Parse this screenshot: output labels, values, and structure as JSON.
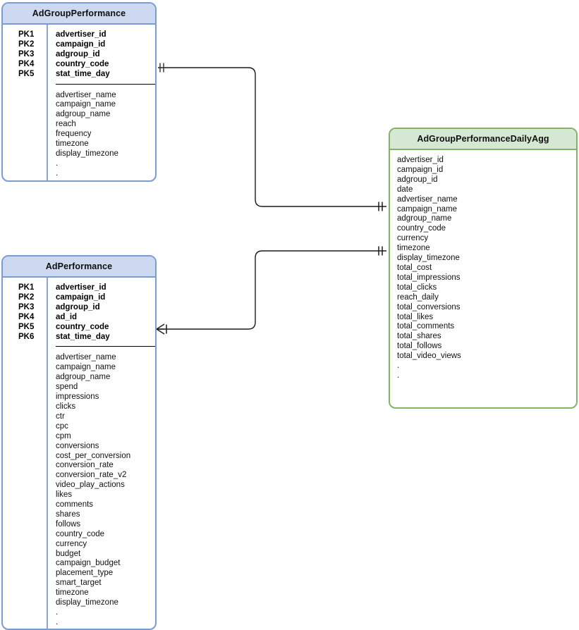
{
  "diagram": {
    "type": "entity-relationship-diagram",
    "background": "#ffffff",
    "palette": {
      "blue_fill": "#ccd9f0",
      "blue_border": "#7a9bd4",
      "green_fill": "#d5e8d4",
      "green_border": "#82b366",
      "line": "#1a1a1a",
      "text": "#101010"
    }
  },
  "entities": [
    {
      "id": "adgroup_performance",
      "title": "AdGroupPerformance",
      "color": "blue",
      "primary_keys": [
        {
          "label": "PK1",
          "attribute": "advertiser_id"
        },
        {
          "label": "PK2",
          "attribute": "campaign_id"
        },
        {
          "label": "PK3",
          "attribute": "adgroup_id"
        },
        {
          "label": "PK4",
          "attribute": "country_code"
        },
        {
          "label": "PK5",
          "attribute": "stat_time_day"
        }
      ],
      "attributes": [
        "advertiser_name",
        "campaign_name",
        "adgroup_name",
        "reach",
        "frequency",
        "timezone",
        "display_timezone",
        ".",
        "."
      ]
    },
    {
      "id": "ad_performance",
      "title": "AdPerformance",
      "color": "blue",
      "primary_keys": [
        {
          "label": "PK1",
          "attribute": "advertiser_id"
        },
        {
          "label": "PK2",
          "attribute": "campaign_id"
        },
        {
          "label": "PK3",
          "attribute": "adgroup_id"
        },
        {
          "label": "PK4",
          "attribute": "ad_id"
        },
        {
          "label": "PK5",
          "attribute": "country_code"
        },
        {
          "label": "PK6",
          "attribute": "stat_time_day"
        }
      ],
      "attributes": [
        "advertiser_name",
        "campaign_name",
        "adgroup_name",
        "spend",
        "impressions",
        "clicks",
        "ctr",
        "cpc",
        "cpm",
        "conversions",
        "cost_per_conversion",
        "conversion_rate",
        "conversion_rate_v2",
        "video_play_actions",
        "likes",
        "comments",
        "shares",
        "follows",
        "country_code",
        "currency",
        "budget",
        "campaign_budget",
        "placement_type",
        "smart_target",
        "timezone",
        "display_timezone",
        ".",
        "."
      ]
    },
    {
      "id": "adgroup_performance_daily_agg",
      "title": "AdGroupPerformanceDailyAgg",
      "color": "green",
      "primary_keys": [],
      "attributes": [
        "advertiser_id",
        "campaign_id",
        "adgroup_id",
        "date",
        "advertiser_name",
        "campaign_name",
        "adgroup_name",
        "country_code",
        "currency",
        "timezone",
        "display_timezone",
        "total_cost",
        "total_impressions",
        "total_clicks",
        "reach_daily",
        "total_conversions",
        "total_likes",
        "total_comments",
        "total_shares",
        "total_follows",
        "total_video_views",
        ".",
        "."
      ]
    }
  ],
  "relationships": [
    {
      "id": "rel-adgroupperformance-to-dailyagg",
      "from": "AdGroupPerformance",
      "to": "AdGroupPerformanceDailyAgg",
      "from_cardinality": "exactly-one",
      "to_cardinality": "exactly-one"
    },
    {
      "id": "rel-adperformance-to-dailyagg",
      "from": "AdPerformance",
      "to": "AdGroupPerformanceDailyAgg",
      "from_cardinality": "one-or-many",
      "to_cardinality": "exactly-one"
    }
  ]
}
